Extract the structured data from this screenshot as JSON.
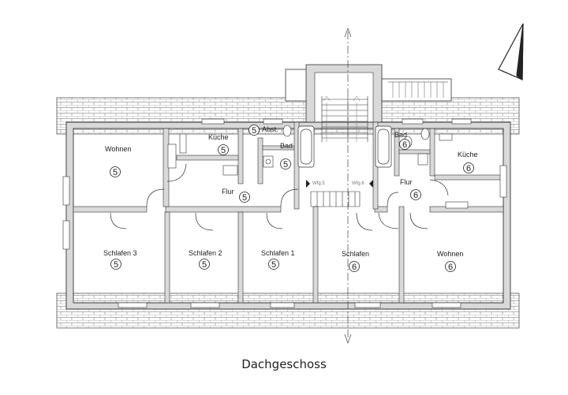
{
  "caption": "Dachgeschoss",
  "flat_left": "5",
  "flat_right": "6",
  "rooms": {
    "wohnen_left": "Wohnen",
    "kueche_left": "Küche",
    "abst": "Abst.",
    "bad_left": "Bad",
    "flur_left": "Flur",
    "schlafen3": "Schlafen 3",
    "schlafen2": "Schlafen 2",
    "schlafen1": "Schlafen 1",
    "schlafen": "Schlafen",
    "wohnen_right": "Wohnen",
    "bad_right": "Bad",
    "kueche_right": "Küche",
    "flur_right": "Flur"
  },
  "stair_tags": {
    "left": "Wfg.5",
    "right": "Wfg.6"
  },
  "colors": {
    "wall": "#d9d9d9",
    "line": "#333333",
    "roof": "#555555"
  }
}
